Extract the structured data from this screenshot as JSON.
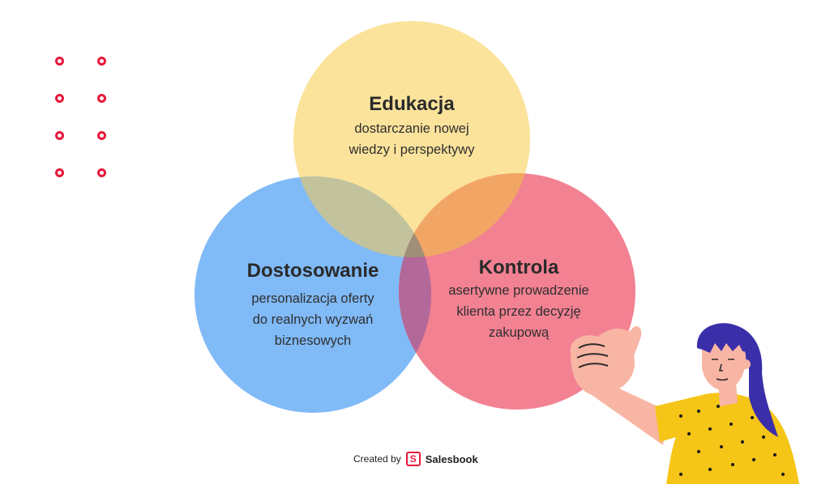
{
  "diagram": {
    "type": "venn",
    "sets": [
      {
        "id": "edukacja",
        "title": "Edukacja",
        "description": "dostarczanie nowej\nwiedzy i perspektywy",
        "color": "#fbe39b"
      },
      {
        "id": "dostosowanie",
        "title": "Dostosowanie",
        "description": "personalizacja oferty\ndo realnych wyzwań\nbiznesowych",
        "color": "#80baf7"
      },
      {
        "id": "kontrola",
        "title": "Kontrola",
        "description": "asertywne prowadzenie\nklienta przez decyzję\nzakupową",
        "color": "#f28192"
      }
    ],
    "overlap_colors": {
      "edukacja_dostosowanie": "#c2c39c",
      "edukacja_kontrola": "#f2a665",
      "dostosowanie_kontrola": "#b3689a",
      "all": "#9f8f78"
    }
  },
  "decoration": {
    "dots_color": "#e5183b",
    "icon": "ring-dots-pattern"
  },
  "footer": {
    "created_by": "Created by",
    "brand": "Salesbook",
    "logo_letter": "S",
    "brand_color": "#e5183b"
  },
  "illustration": {
    "name": "woman-pointing-illustration",
    "hair_color": "#3a2fa8",
    "shirt_color": "#f5c518",
    "skin_color": "#f8b5a3"
  }
}
